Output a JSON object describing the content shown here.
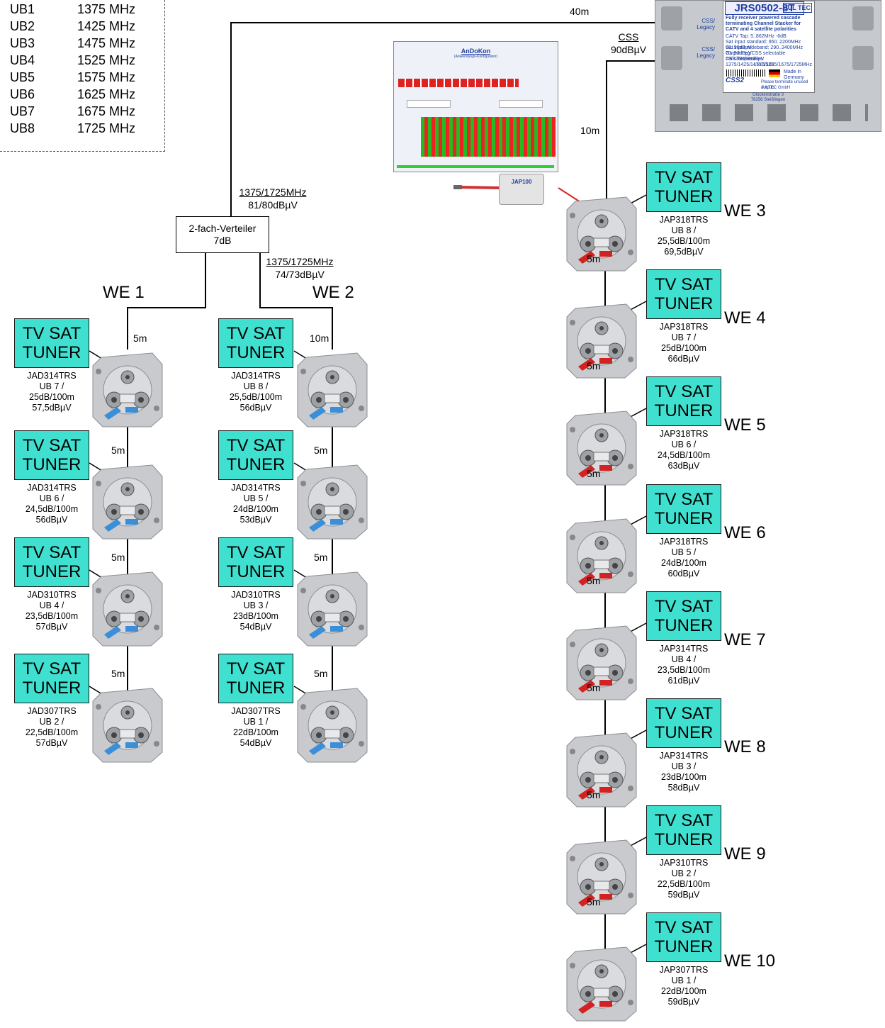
{
  "legend": [
    {
      "ub": "UB1",
      "freq": "1375 MHz"
    },
    {
      "ub": "UB2",
      "freq": "1425 MHz"
    },
    {
      "ub": "UB3",
      "freq": "1475 MHz"
    },
    {
      "ub": "UB4",
      "freq": "1525 MHz"
    },
    {
      "ub": "UB5",
      "freq": "1575 MHz"
    },
    {
      "ub": "UB6",
      "freq": "1625 MHz"
    },
    {
      "ub": "UB7",
      "freq": "1675 MHz"
    },
    {
      "ub": "UB8",
      "freq": "1725 MHz"
    }
  ],
  "cables": {
    "main": "40m",
    "css_label": "CSS",
    "css_level": "90dBµV",
    "right_first": "10m",
    "splitter_in_freq": "1375/1725MHz",
    "splitter_in_level": "81/80dBµV",
    "splitter_out_freq": "1375/1725MHz",
    "splitter_out_level": "74/73dBµV"
  },
  "splitter": {
    "line1": "2-fach-Verteiler",
    "line2": "7dB"
  },
  "tuner_text": {
    "line1": "TV SAT",
    "line2": "TUNER"
  },
  "groups": {
    "we1": "WE 1",
    "we2": "WE 2"
  },
  "col1": [
    {
      "dist": "5m",
      "model": "JAD314TRS",
      "ub": "UB 7 /",
      "att": "25dB/100m",
      "level": "57,5dBµV"
    },
    {
      "dist": "5m",
      "model": "JAD314TRS",
      "ub": "UB 6 /",
      "att": "24,5dB/100m",
      "level": "56dBµV"
    },
    {
      "dist": "5m",
      "model": "JAD310TRS",
      "ub": "UB 4 /",
      "att": "23,5dB/100m",
      "level": "57dBµV"
    },
    {
      "dist": "5m",
      "model": "JAD307TRS",
      "ub": "UB 2 /",
      "att": "22,5dB/100m",
      "level": "57dBµV"
    }
  ],
  "col2": [
    {
      "dist": "10m",
      "model": "JAD314TRS",
      "ub": "UB 8 /",
      "att": "25,5dB/100m",
      "level": "56dBµV"
    },
    {
      "dist": "5m",
      "model": "JAD314TRS",
      "ub": "UB 5 /",
      "att": "24dB/100m",
      "level": "53dBµV"
    },
    {
      "dist": "5m",
      "model": "JAD310TRS",
      "ub": "UB 3 /",
      "att": "23dB/100m",
      "level": "54dBµV"
    },
    {
      "dist": "5m",
      "model": "JAD307TRS",
      "ub": "UB 1 /",
      "att": "22dB/100m",
      "level": "54dBµV"
    }
  ],
  "col3": [
    {
      "we": "WE 3",
      "dist": "",
      "model": "JAP318TRS",
      "ub": "UB 8 /",
      "att": "25,5dB/100m",
      "level": "69,5dBµV"
    },
    {
      "we": "WE 4",
      "dist": "5m",
      "model": "JAP318TRS",
      "ub": "UB 7 /",
      "att": "25dB/100m",
      "level": "66dBµV"
    },
    {
      "we": "WE 5",
      "dist": "5m",
      "model": "JAP318TRS",
      "ub": "UB 6 /",
      "att": "24,5dB/100m",
      "level": "63dBµV"
    },
    {
      "we": "WE 6",
      "dist": "5m",
      "model": "JAP318TRS",
      "ub": "UB 5 /",
      "att": "24dB/100m",
      "level": "60dBµV"
    },
    {
      "we": "WE 7",
      "dist": "5m",
      "model": "JAP314TRS",
      "ub": "UB 4 /",
      "att": "23,5dB/100m",
      "level": "61dBµV"
    },
    {
      "we": "WE 8",
      "dist": "5m",
      "model": "JAP314TRS",
      "ub": "UB 3 /",
      "att": "23dB/100m",
      "level": "58dBµV"
    },
    {
      "we": "WE 9",
      "dist": "5m",
      "model": "JAP310TRS",
      "ub": "UB 2 /",
      "att": "22,5dB/100m",
      "level": "59dBµV"
    },
    {
      "we": "WE 10",
      "dist": "5m",
      "model": "JAP307TRS",
      "ub": "UB 1 /",
      "att": "22dB/100m",
      "level": "59dBµV"
    }
  ],
  "multiswitch": {
    "model": "JRS0502-8T",
    "brand": "JUL TEC",
    "desc1": "Fully receiver powered cascade",
    "desc2": "terminating Channel Stacker for",
    "desc3": "CATV and 4 satellite polarities",
    "catv": "CATV Tap: 5..862MHz -6dB",
    "std": "Sat input standard: 950..2200MHz 60..90dBµV",
    "wide": "Sat input wideband: 290..3400MHz 70..90dBµV",
    "out": "Output Leg/CSS selectable 78/82/86/90dBµV",
    "css": "CSS frequencies: 1375/1425/1475/1525",
    "css2": "1575/1625/1675/1725MHz",
    "made": "Made in Germany",
    "terminate": "Please terminate unused outputs",
    "company": "JULTEC GmbH",
    "street": "Glockenstraße 3",
    "city": "78256 Steißlingen",
    "port_a": "CSS/ Legacy",
    "port_b": "CSS/ Legacy",
    "logo": "CSS2"
  },
  "software": {
    "title": "AnDoKon",
    "subtitle": "(Anwendungs-Konfigurator)"
  },
  "programmer": {
    "model": "JAP100"
  },
  "colors": {
    "tuner": "#40e0d0",
    "socket_blue": "#3a8fd8",
    "socket_red": "#d22222",
    "brand": "#1f3fa0"
  }
}
